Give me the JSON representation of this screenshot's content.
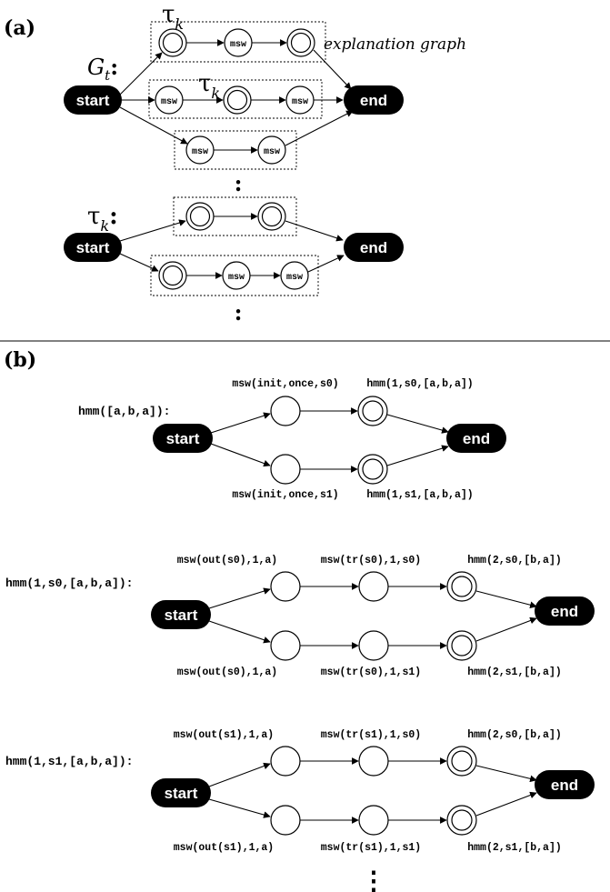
{
  "colors": {
    "ink": "#000000",
    "paper": "#ffffff"
  },
  "panel_a": {
    "label": "(a)",
    "gt_label": "G",
    "gt_sub": "t",
    "gt_colon": ":",
    "tau": "τ",
    "tau_sub": "k",
    "tau_colon": ":",
    "explanation_graph": "explanation graph",
    "start": "start",
    "end": "end",
    "msw": "msw",
    "vdots": ":"
  },
  "panel_b": {
    "label": "(b)",
    "start": "start",
    "end": "end",
    "vdots": "⋮",
    "graph1": {
      "head": "hmm([a,b,a]):",
      "top_labels": [
        "msw(init,once,s0)",
        "hmm(1,s0,[a,b,a])"
      ],
      "bottom_labels": [
        "msw(init,once,s1)",
        "hmm(1,s1,[a,b,a])"
      ]
    },
    "graph2": {
      "head": "hmm(1,s0,[a,b,a]):",
      "top_labels": [
        "msw(out(s0),1,a)",
        "msw(tr(s0),1,s0)",
        "hmm(2,s0,[b,a])"
      ],
      "bottom_labels": [
        "msw(out(s0),1,a)",
        "msw(tr(s0),1,s1)",
        "hmm(2,s1,[b,a])"
      ]
    },
    "graph3": {
      "head": "hmm(1,s1,[a,b,a]):",
      "top_labels": [
        "msw(out(s1),1,a)",
        "msw(tr(s1),1,s0)",
        "hmm(2,s0,[b,a])"
      ],
      "bottom_labels": [
        "msw(out(s1),1,a)",
        "msw(tr(s1),1,s1)",
        "hmm(2,s1,[b,a])"
      ]
    }
  }
}
